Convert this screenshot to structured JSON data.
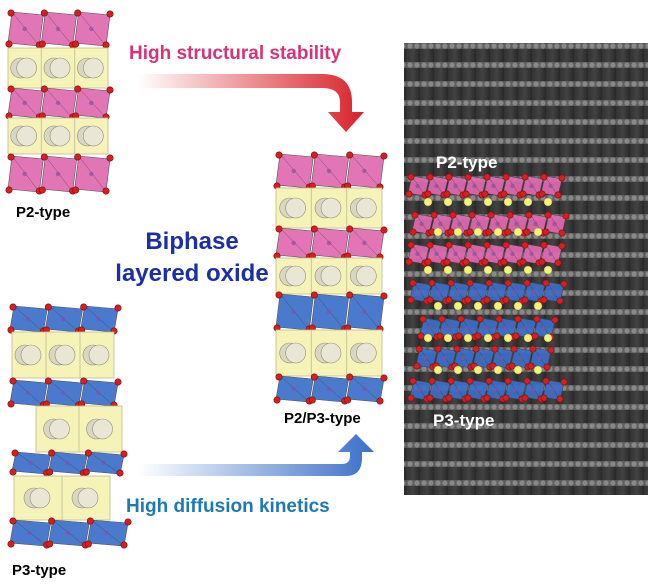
{
  "labels": {
    "p2_type_left": "P2-type",
    "p3_type_left": "P3-type",
    "p2p3_type": "P2/P3-type",
    "p2_type_image": "P2-type",
    "p3_type_image": "P3-type",
    "biphase_line1": "Biphase",
    "biphase_line2": "layered oxide",
    "stability": "High structural stability",
    "diffusion": "High diffusion kinetics"
  },
  "colors": {
    "p2_octahedra": "#e06ab0",
    "p3_octahedra": "#3b6fc9",
    "prism_fill": "#f6f3b8",
    "sodium_sphere": "#e9e6d6",
    "oxygen": "#d42020",
    "stability_text": "#d6337a",
    "diffusion_text": "#1b79b8",
    "biphase_text": "#1a2fa8",
    "arrow_red": "#d8222a",
    "arrow_blue": "#3b6fc9",
    "stem_dots": "#f4f27a"
  }
}
